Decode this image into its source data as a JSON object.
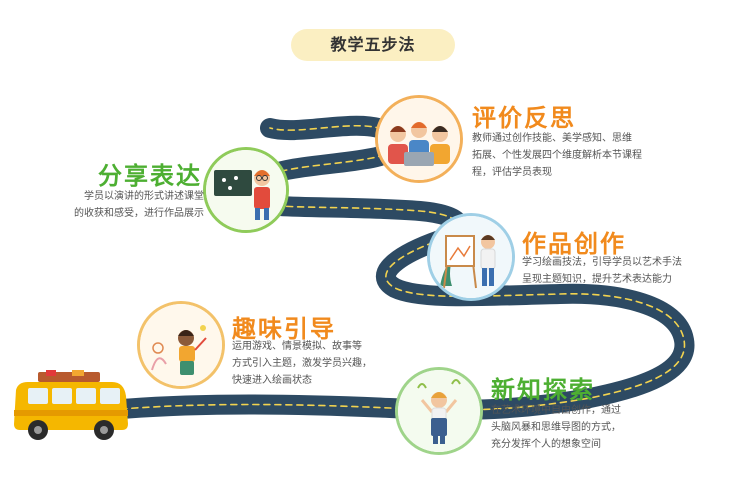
{
  "title": "教学五步法",
  "colors": {
    "road": "#2d4a63",
    "lane": "#f2d34f",
    "heading_orange": "#f18a1d",
    "heading_green": "#4daf32"
  },
  "steps": [
    {
      "heading": "评价反思",
      "lines": [
        "教师通过创作技能、美学感知、思维",
        "拓展、个性发展四个维度解析本节课程",
        "程，评估学员表现"
      ]
    },
    {
      "heading": "分享表达",
      "lines": [
        "学员以演讲的形式讲述课堂",
        "的收获和感受，进行作品展示"
      ]
    },
    {
      "heading": "作品创作",
      "lines": [
        "学习绘画技法，引导学员以艺术手法",
        "呈现主题知识，提升艺术表达能力"
      ]
    },
    {
      "heading": "趣味引导",
      "lines": [
        "运用游戏、情景模拟、故事等",
        "方式引入主题，激发学员兴趣，",
        "快速进入绘画状态"
      ]
    },
    {
      "heading": "新知探索",
      "lines": [
        "在艺术环境中自由创作，通过",
        "头脑风暴和思维导图的方式，",
        "充分发挥个人的想象空间"
      ]
    }
  ],
  "icons": [
    "bus-icon",
    "students-at-laptop-icon",
    "teacher-at-blackboard-icon",
    "painter-at-easel-icon",
    "child-painting-icon",
    "child-exploring-icon"
  ]
}
